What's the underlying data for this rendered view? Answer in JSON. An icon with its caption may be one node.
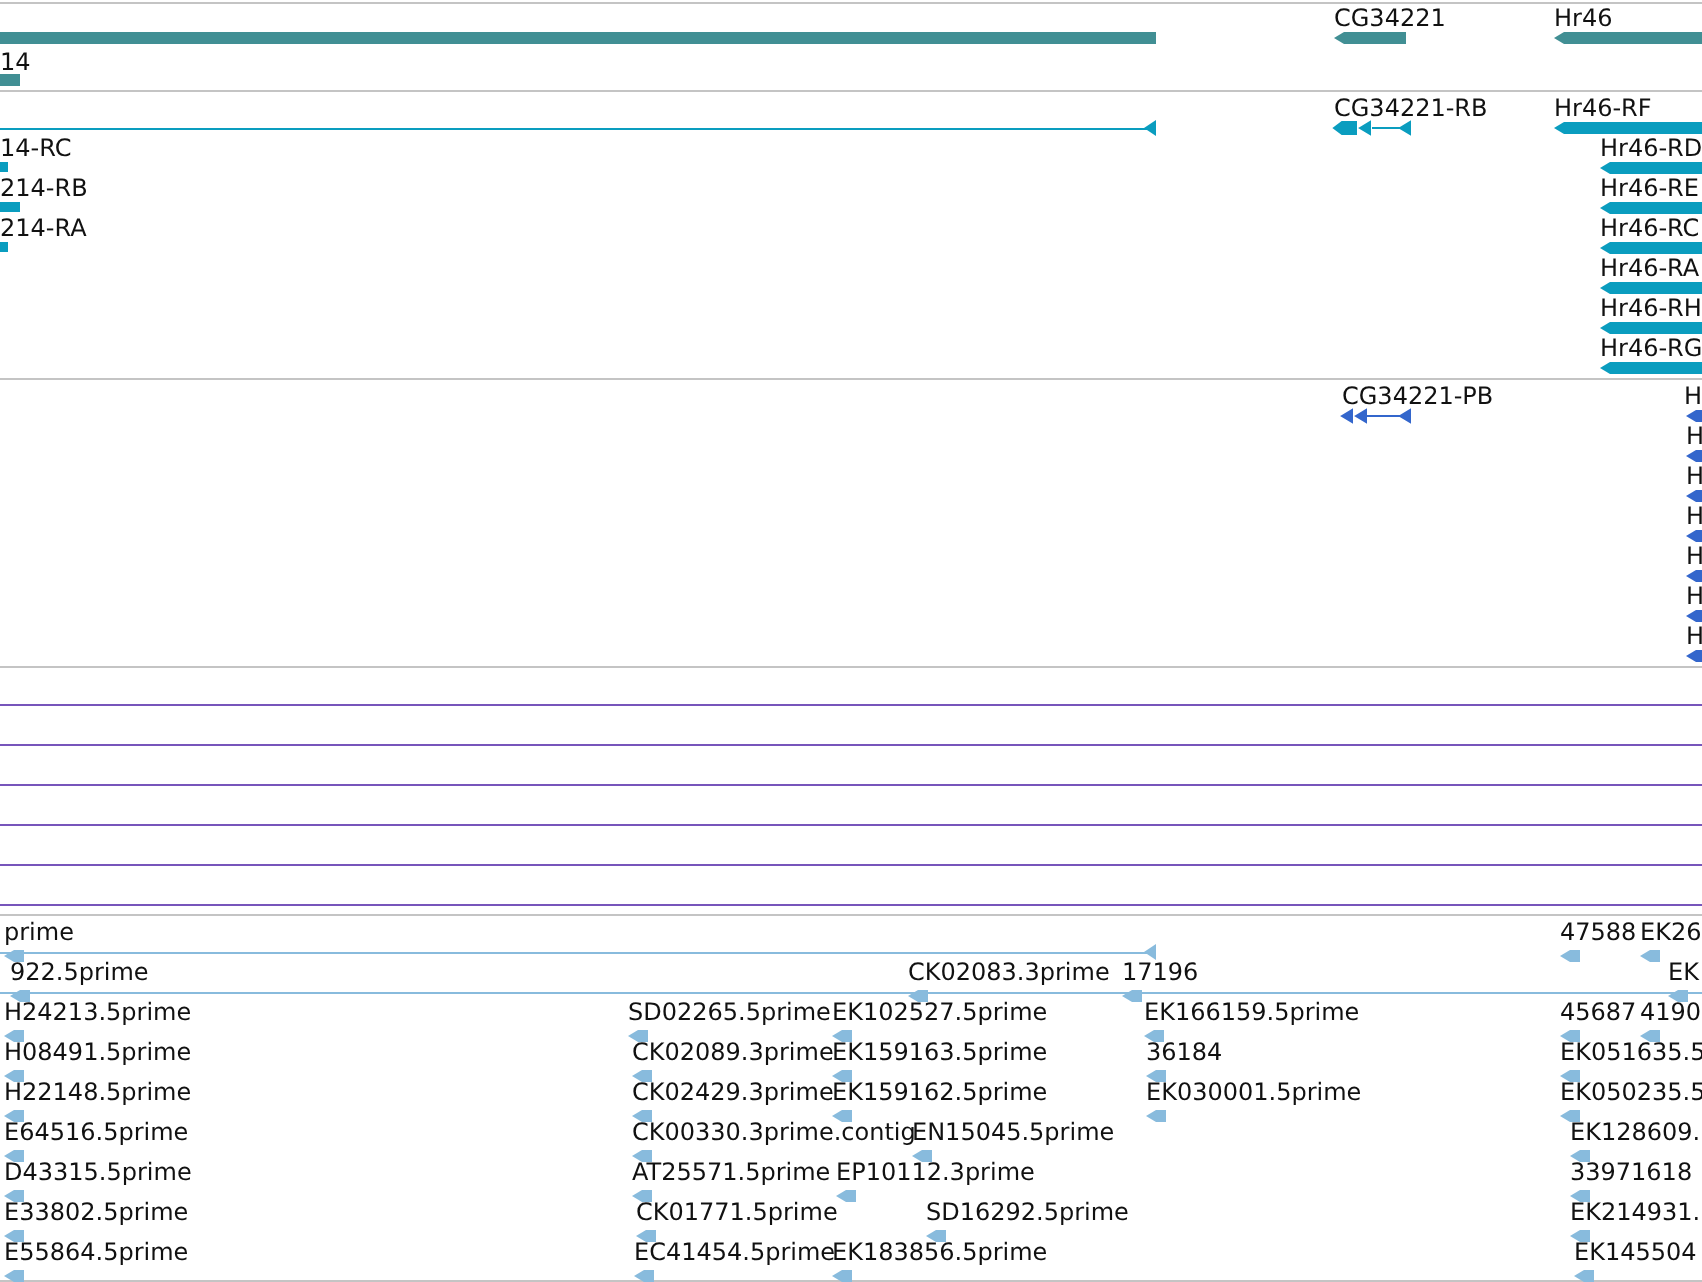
{
  "diagram": {
    "labels": [
      "CG34221",
      "Hr46",
      "14",
      "CG34221-RB",
      "Hr46-RF",
      "14-RC",
      "Hr46-RD",
      "214-RB",
      "Hr46-RE",
      "214-RA",
      "Hr46-RC",
      "Hr46-RA",
      "Hr46-RH",
      "Hr46-RG",
      "CG34221-PB",
      "H",
      "H",
      "H",
      "H",
      "H",
      "H",
      "H",
      "prime",
      "47588",
      "EK26",
      "922.5prime",
      "CK02083.3prime",
      "17196",
      "EK",
      "H24213.5prime",
      "SD02265.5prime",
      "EK102527.5prime",
      "EK166159.5prime",
      "45687",
      "4190",
      "H08491.5prime",
      "CK02089.3prime",
      "EK159163.5prime",
      "36184",
      "EK051635.5",
      "H22148.5prime",
      "CK02429.3prime",
      "EK159162.5prime",
      "EK030001.5prime",
      "EK050235.5",
      "E64516.5prime",
      "CK00330.3prime.contig",
      "EN15045.5prime",
      "EK128609.",
      "D43315.5prime",
      "AT25571.5prime",
      "EP10112.3prime",
      "33971618",
      "E33802.5prime",
      "CK01771.5prime",
      "SD16292.5prime",
      "EK214931.",
      "E55864.5prime",
      "EC41454.5prime",
      "EK183856.5prime",
      "EK145504"
    ]
  }
}
